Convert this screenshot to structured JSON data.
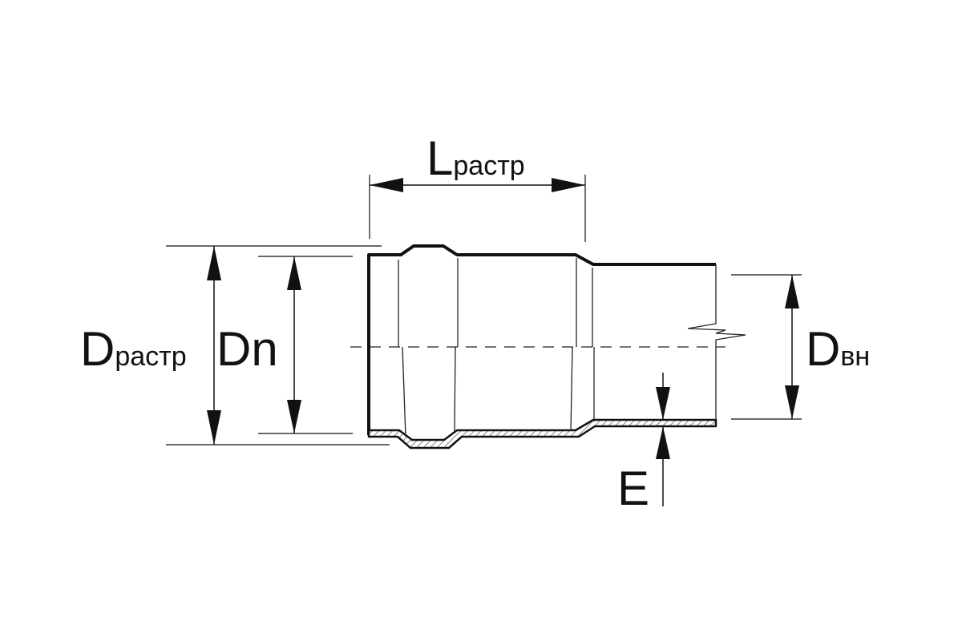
{
  "diagram": {
    "labels": {
      "l_socket": {
        "main": "L",
        "sub": "растр"
      },
      "d_socket": {
        "main": "D",
        "sub": "растр"
      },
      "d_nominal": {
        "main": "Dn",
        "sub": ""
      },
      "d_inner": {
        "main": "D",
        "sub": "вн"
      },
      "wall": {
        "main": "E",
        "sub": ""
      }
    },
    "colors": {
      "line": "#111111",
      "hatch": "#888888",
      "background": "#ffffff"
    }
  }
}
